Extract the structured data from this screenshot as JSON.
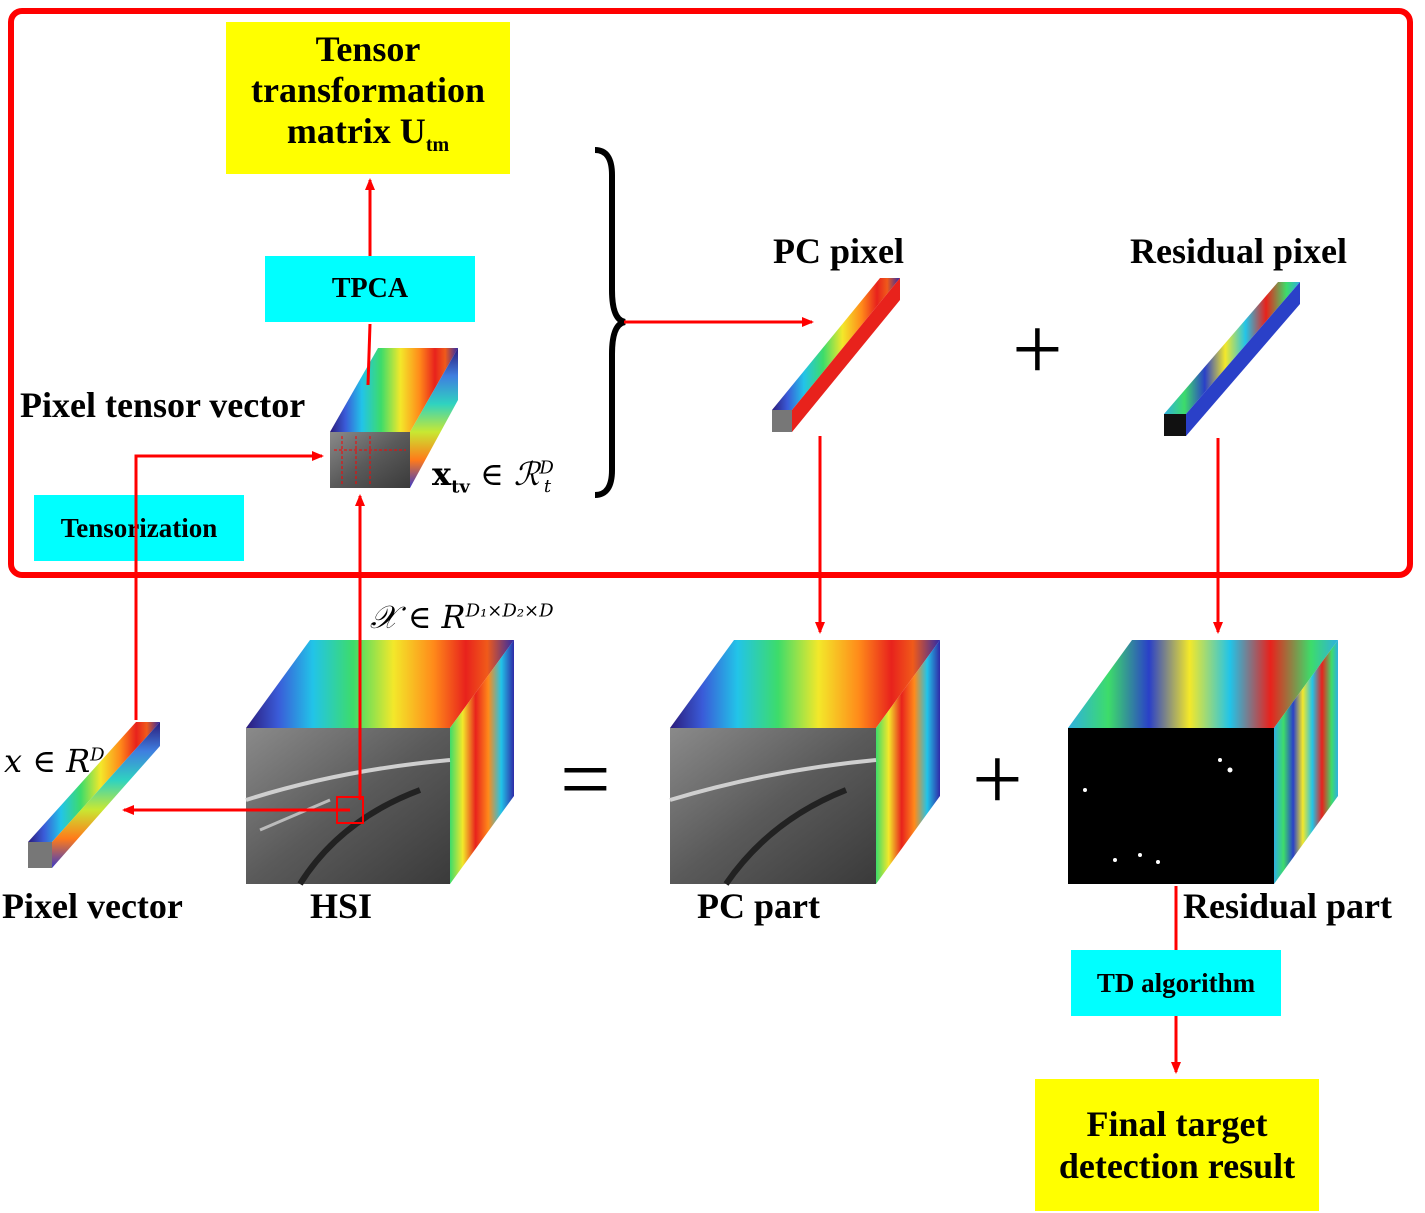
{
  "boxes": {
    "tensor_matrix_l1": "Tensor",
    "tensor_matrix_l2": "transformation",
    "tensor_matrix_l3": "matrix U",
    "tensor_matrix_sub": "tm",
    "tpca": "TPCA",
    "tensorization": "Tensorization",
    "td_algorithm": "TD algorithm",
    "final_l1": "Final target",
    "final_l2": "detection result"
  },
  "labels": {
    "pixel_tensor_vector": "Pixel tensor vector",
    "pc_pixel": "PC pixel",
    "residual_pixel": "Residual pixel",
    "pixel_vector": "Pixel vector",
    "hsi": "HSI",
    "pc_part": "PC part",
    "residual_part": "Residual part",
    "plus": "+",
    "equals": "="
  },
  "math": {
    "xtv_main": "x",
    "xtv_sub": "tv",
    "xtv_rest": "∈ ℛ",
    "xtv_sup": "D",
    "xtv_sub2": "t",
    "x_main": "x ∈ R",
    "x_sup": "D",
    "X_main": "𝒳 ∈ R",
    "X_sup": "D₁×D₂×D"
  },
  "colors": {
    "frame": "#ff0000",
    "arrow": "#ff0000",
    "yellow_box": "#ffff00",
    "cyan_box": "#00ffff"
  }
}
